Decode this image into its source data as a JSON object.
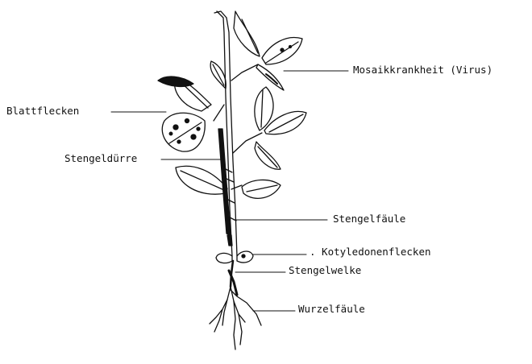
{
  "diagram": {
    "labels": {
      "mosaik": "Mosaikkrankheit (Virus)",
      "blattflecken": "Blattflecken",
      "stengelduerre": "Stengeldürre",
      "stengelfaeule": "Stengelfäule",
      "kotyledonenflecken": ". Kotyledonenflecken",
      "stengelwelke": "Stengelwelke",
      "wurzelfaeule": "Wurzelfäule"
    },
    "colors": {
      "ink": "#111111",
      "background": "#ffffff"
    }
  }
}
